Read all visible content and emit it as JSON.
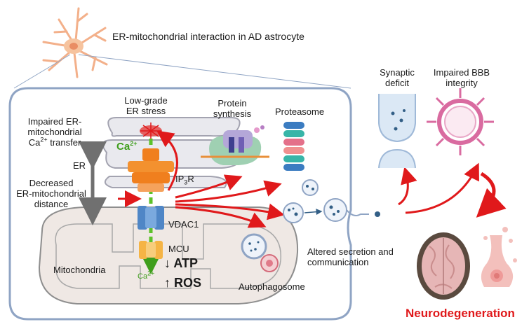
{
  "title": "ER-mitochondrial interaction in AD astrocyte",
  "labels": {
    "impaired_transfer_1": "Impaired ER-",
    "impaired_transfer_2": "mitochondrial",
    "impaired_transfer_3": "Ca",
    "impaired_transfer_3_sup": "2+",
    "impaired_transfer_3_rest": " transfer",
    "low_grade_1": "Low-grade",
    "low_grade_2": "ER stress",
    "protein_1": "Protein",
    "protein_2": "synthesis",
    "proteasome": "Proteasome",
    "er": "ER",
    "ca_er": "Ca",
    "ca_er_sup": "2+",
    "ip3r": "IP",
    "ip3r_sub": "3",
    "ip3r_rest": "R",
    "decreased_1": "Decreased",
    "decreased_2": "ER-mitochondrial",
    "decreased_3": "distance",
    "vdac1": "VDAC1",
    "mcu": "MCU",
    "mitochondria": "Mitochondria",
    "ca_mito": "Ca",
    "ca_mito_sup": "2+",
    "atp": "ATP",
    "ros": "ROS",
    "down_arrow": "↓",
    "up_arrow": "↑",
    "autophagosome": "Autophagosome",
    "altered_1": "Altered secretion and",
    "altered_2": "communication",
    "synaptic_1": "Synaptic",
    "synaptic_2": "deficit",
    "bbb_1": "Impaired BBB",
    "bbb_2": "integrity",
    "neurodegeneration": "Neurodegeneration"
  },
  "colors": {
    "cell_border": "#8fa4c4",
    "arrow_red": "#e0191b",
    "green_flow": "#5cc12a",
    "receptor": "#f07f1e",
    "vdac": "#4f86c6",
    "mcu": "#f5b445",
    "membrane": "#cfcfcf",
    "neuro_text": "#e0191b"
  }
}
